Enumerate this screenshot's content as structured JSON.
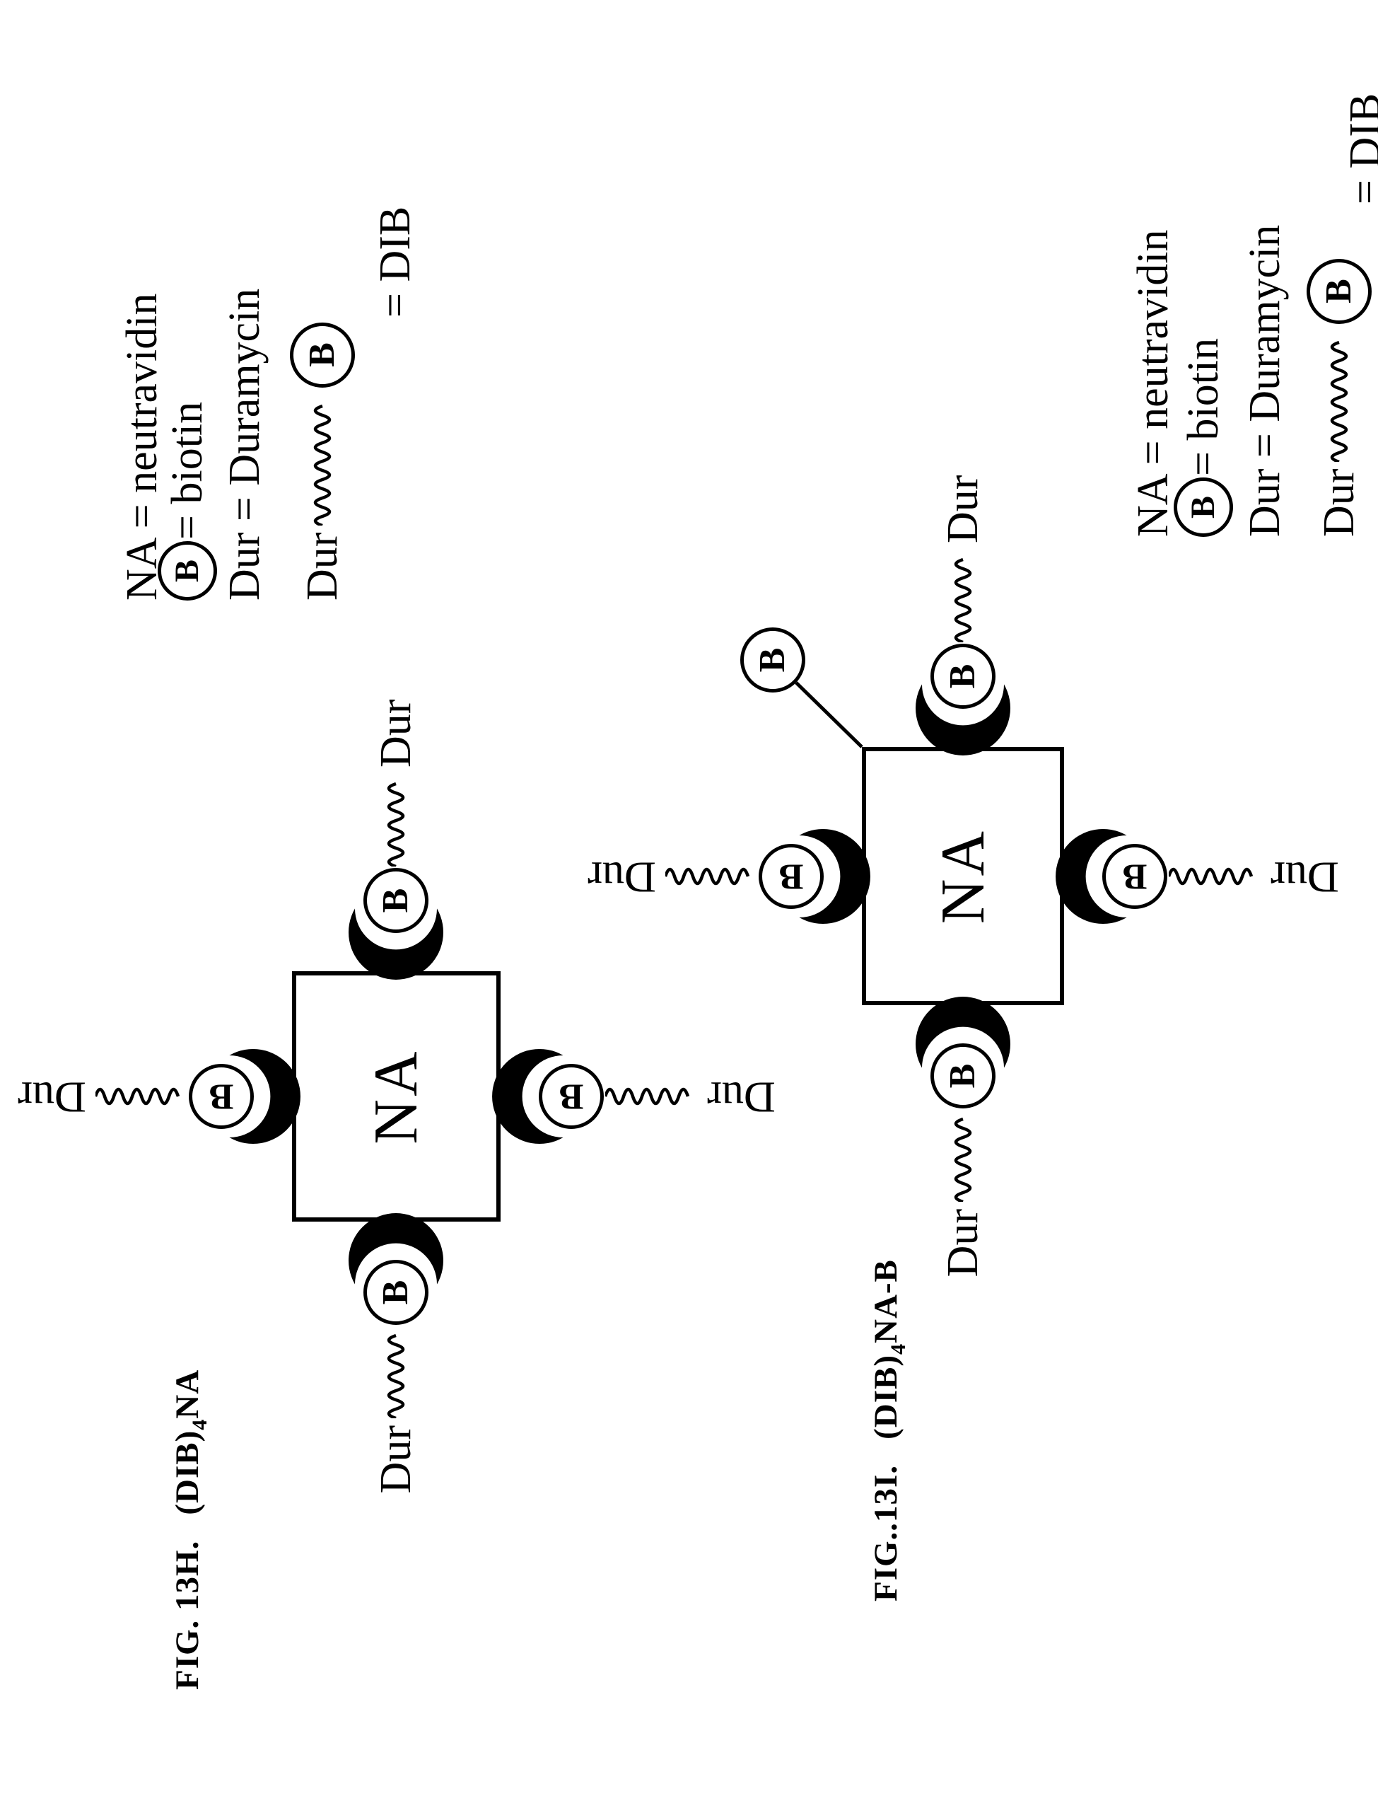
{
  "page": {
    "paper": "#ffffff",
    "ink": "#000000"
  },
  "figures": [
    {
      "title": {
        "prefix": "FIG. 13H.",
        "formula_pre": "(DIB)",
        "formula_sub": "4",
        "formula_post": "NA"
      },
      "core": "NA",
      "arms": {
        "top": {
          "binder": "B",
          "ligand": "Dur"
        },
        "right": {
          "binder": "B",
          "ligand": "Dur"
        },
        "bottom": {
          "binder": "B",
          "ligand": "Dur"
        },
        "left": {
          "binder": "B",
          "ligand": "Dur"
        }
      }
    },
    {
      "title": {
        "prefix": "FIG..13I.",
        "formula_pre": "(DIB)",
        "formula_sub": "4",
        "formula_post": "NA-B"
      },
      "core": "NA",
      "extra_biotin": "B",
      "arms": {
        "top": {
          "binder": "B",
          "ligand": "Dur"
        },
        "right": {
          "binder": "B",
          "ligand": "Dur"
        },
        "bottom": {
          "binder": "B",
          "ligand": "Dur"
        },
        "left": {
          "binder": "B",
          "ligand": "Dur"
        }
      }
    }
  ],
  "legends": [
    {
      "line1": "NA = neutravidin",
      "line2_symbol": "B",
      "line2_text": "= biotin",
      "line3": "Dur = Duramycin",
      "line4_pre": "Dur",
      "line4_symbol": "B",
      "line5": "= DIB"
    },
    {
      "line1": "NA = neutravidin",
      "line2_symbol": "B",
      "line2_text": "= biotin",
      "line3": "Dur = Duramycin",
      "line4_pre": "Dur",
      "line4_symbol": "B",
      "line5": "= DIB"
    }
  ]
}
